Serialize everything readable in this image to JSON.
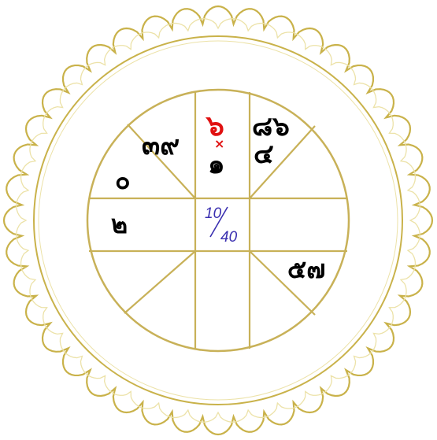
{
  "colors": {
    "frame_gold": "#c9b24a",
    "frame_gold_light": "#ece2a8",
    "line_gold": "#c8b158",
    "text_black": "#000000",
    "text_red": "#e01010",
    "center_blue": "#3a2fb0"
  },
  "center": {
    "numerator": "10",
    "denominator": "40"
  },
  "houses": {
    "top_left_outer": {
      "line1": "๓๙"
    },
    "top": {
      "marker": "×",
      "line1": "๖",
      "line2": "๑"
    },
    "top_right": {
      "line1": "๘๖",
      "line2": "๔"
    },
    "left_upper": {
      "line1": "๐"
    },
    "left": {
      "line1": "๒"
    },
    "bottom_right": {
      "line1": "๕๗"
    }
  }
}
